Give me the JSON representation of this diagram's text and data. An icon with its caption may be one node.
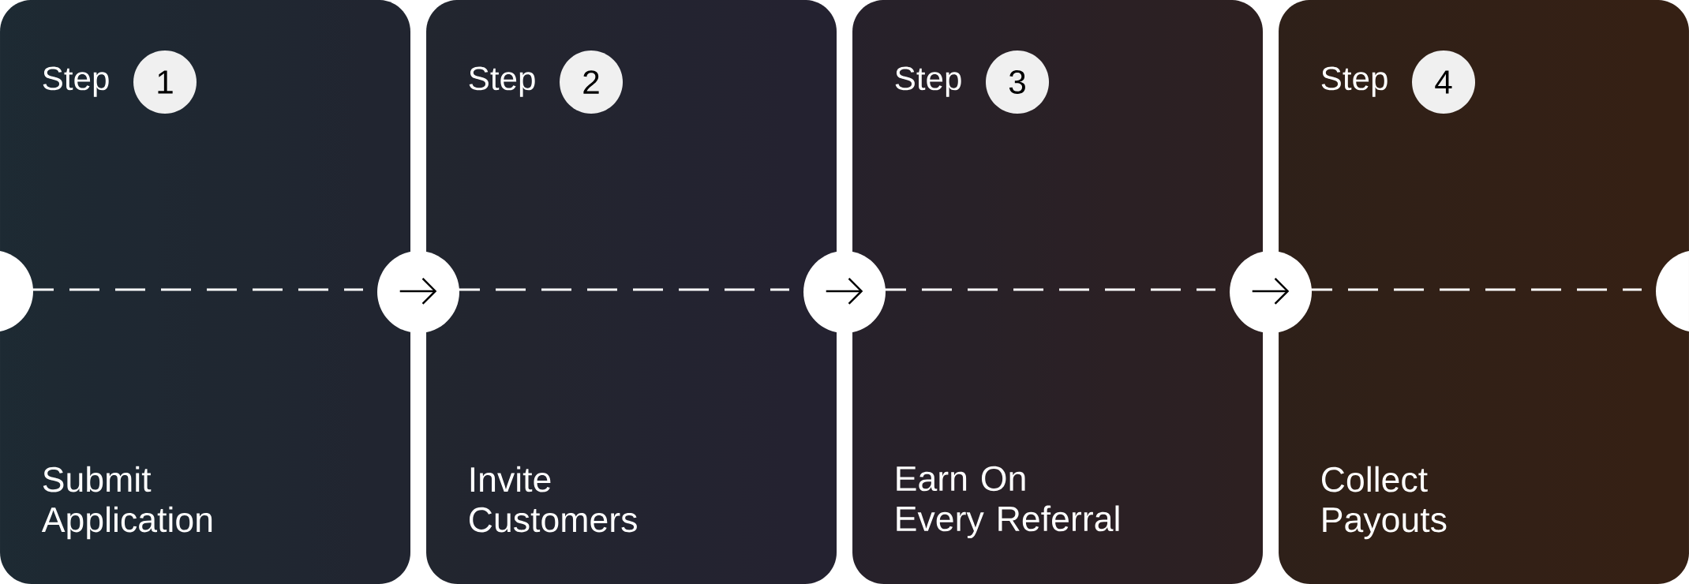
{
  "diagram": {
    "nodes": [
      {
        "text": [
          "Step",
          "Submit Application"
        ]
      },
      {
        "text": [
          "1"
        ],
        "in": 0
      },
      {
        "text": [
          "Step",
          "Invite Customers"
        ]
      },
      {
        "text": [
          "2"
        ],
        "in": 2
      },
      {
        "text": [
          "Step",
          "Earn On Every Referral"
        ]
      },
      {
        "text": [
          "3"
        ],
        "in": 4
      },
      {
        "text": [
          "Step",
          "Collect Payouts"
        ]
      },
      {
        "text": [
          "4"
        ],
        "in": 6
      }
    ],
    "edges": [
      {
        "from": 0,
        "to": 2,
        "arrow": "to"
      },
      {
        "from": 2,
        "to": 4,
        "arrow": "to"
      },
      {
        "from": 4,
        "to": 6,
        "arrow": "to"
      }
    ]
  }
}
